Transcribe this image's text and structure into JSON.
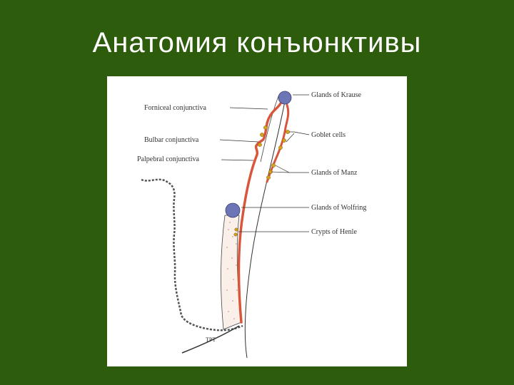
{
  "slide": {
    "title": "Анатомия конъюнктивы"
  },
  "diagram": {
    "labels_left": [
      "Forniceal conjunctiva",
      "Bulbar conjunctiva",
      "Palpebral conjunctiva"
    ],
    "labels_right": [
      "Glands of Krause",
      "Goblet cells",
      "Glands of Manz",
      "Glands of Wolfring",
      "Crypts of Henle"
    ],
    "signature": "TPT"
  },
  "colors": {
    "background": "#2c5c0c",
    "conjunctiva": "#d8573c",
    "gland": "#6c75b5",
    "goblet": "#d7a21a"
  }
}
